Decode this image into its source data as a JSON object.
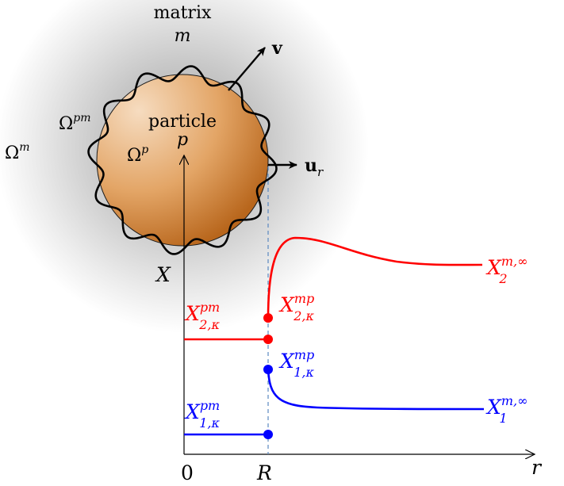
{
  "labels": {
    "matrix_word": "matrix",
    "matrix_sym": "m",
    "particle_word": "particle",
    "particle_sym": "p",
    "omega_m_base": "Ω",
    "omega_m_sup": "m",
    "omega_pm_base": "Ω",
    "omega_pm_sup": "pm",
    "omega_p_base": "Ω",
    "omega_p_sup": "p",
    "v": "v",
    "u_base": "u",
    "u_sub": "r",
    "X_axis": "X",
    "r_axis": "r",
    "zero": "0",
    "R": "R",
    "X2pm": {
      "base": "X",
      "sup": "pm",
      "sub": "2,κ"
    },
    "X2mp": {
      "base": "X",
      "sup": "mp",
      "sub": "2,κ"
    },
    "X1pm": {
      "base": "X",
      "sup": "pm",
      "sub": "1,κ"
    },
    "X1mp": {
      "base": "X",
      "sup": "mp",
      "sub": "1,κ"
    },
    "X2inf": {
      "base": "X",
      "sup": "m,∞",
      "sub": "2"
    },
    "X1inf": {
      "base": "X",
      "sup": "m,∞",
      "sub": "1"
    }
  },
  "colors": {
    "species1": "#0000ff",
    "species2": "#ff0000",
    "particle_light": "#f6dcc0",
    "particle_dark": "#c4701f",
    "halo": "#b8b8b8",
    "dashed": "#5a88c0"
  }
}
